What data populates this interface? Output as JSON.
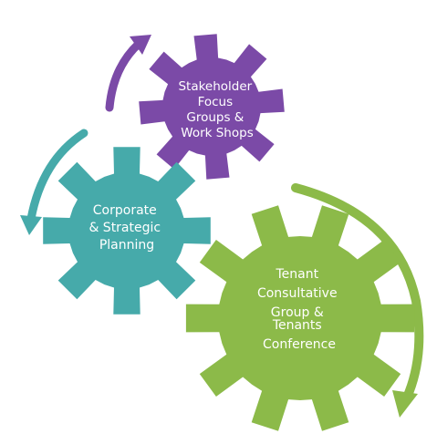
{
  "gears": [
    {
      "id": "stakeholder",
      "lines": [
        "Stakeholder",
        "Focus",
        "Groups &",
        "Work Shops"
      ],
      "color": "#7b4aa7"
    },
    {
      "id": "corporate",
      "lines": [
        "Corporate",
        "& Strategic",
        "Planning"
      ],
      "color": "#46aaaa"
    },
    {
      "id": "tenant",
      "lines": [
        "Tenant",
        "Consultative",
        "Group &",
        "",
        "Tenants",
        "Conference"
      ],
      "color": "#8cba49"
    }
  ],
  "arrows": {
    "purple": "#7b4aa7",
    "teal": "#46aaaa",
    "green": "#8cba49"
  }
}
